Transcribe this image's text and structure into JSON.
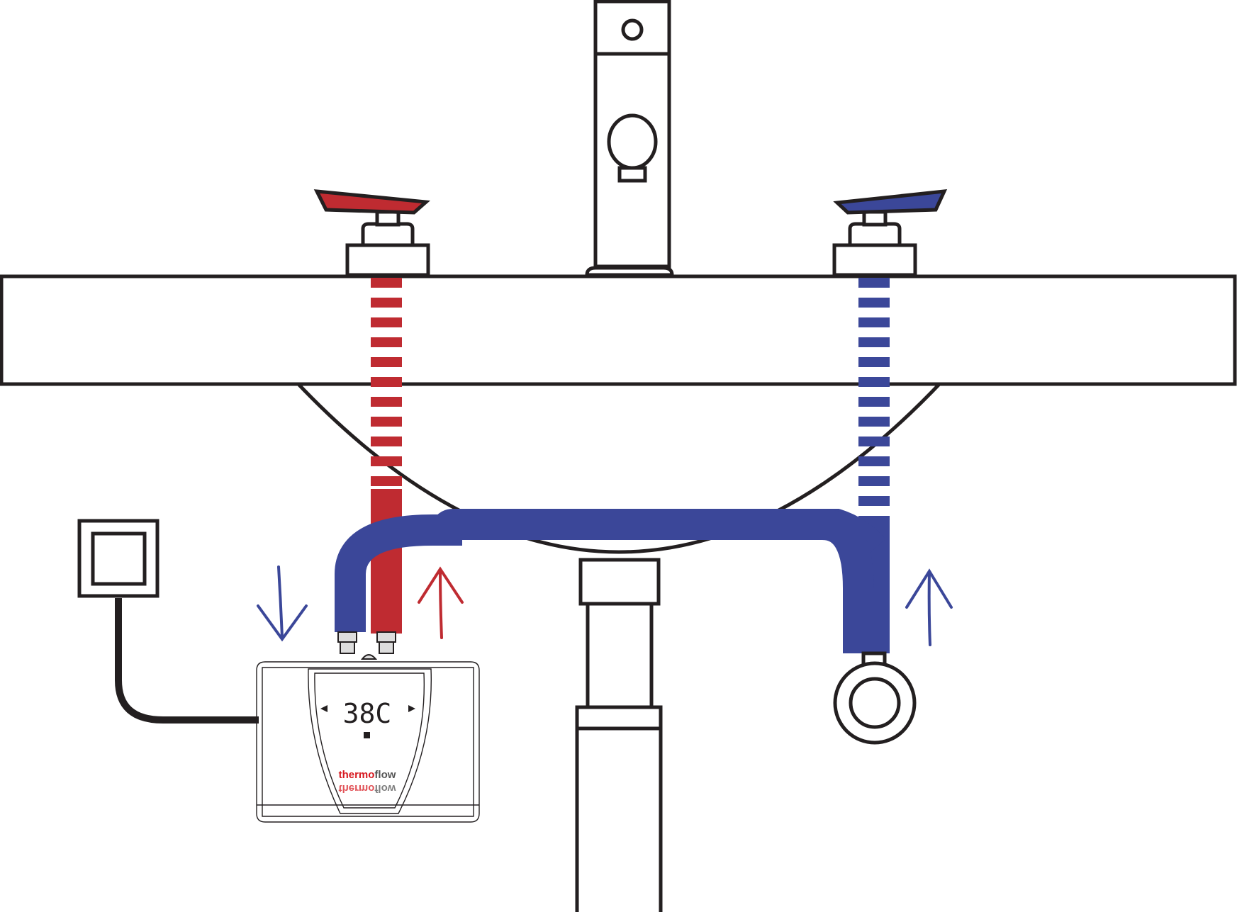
{
  "heater": {
    "display_value": "38C",
    "brand_part1": "thermo",
    "brand_part2": "flow",
    "brand_part1_color": "#d71920",
    "brand_part2_color": "#555555"
  },
  "colors": {
    "hot": "#bf2b31",
    "cold": "#3b4799",
    "outline": "#231f20"
  },
  "icons": [
    "hot-water-tap-icon",
    "cold-water-tap-icon",
    "faucet-icon",
    "flow-arrow-down-icon",
    "flow-arrow-up-icon",
    "wall-socket-icon",
    "angle-valve-icon"
  ]
}
